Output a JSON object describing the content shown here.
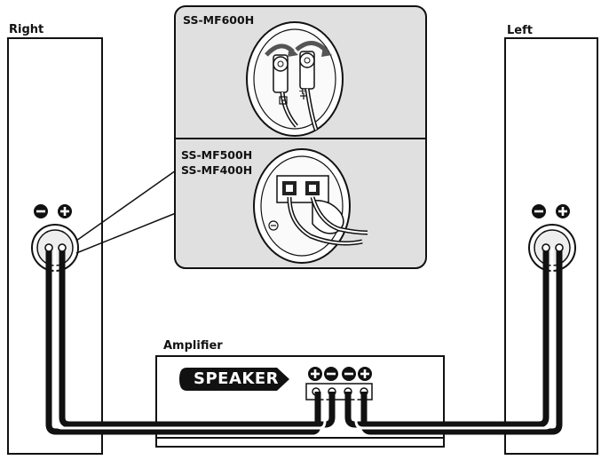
{
  "labels": {
    "right": "Right",
    "left": "Left",
    "amplifier": "Amplifier",
    "speaker": "SPEAKER"
  },
  "models": {
    "top": "SS-MF600H",
    "bottom_line1": "SS-MF500H",
    "bottom_line2": "SS-MF400H"
  },
  "terminal_symbols": {
    "minus": "−",
    "plus": "+"
  },
  "colors": {
    "line": "#111111",
    "inset_bg": "#e0e0e0",
    "background": "#ffffff"
  }
}
